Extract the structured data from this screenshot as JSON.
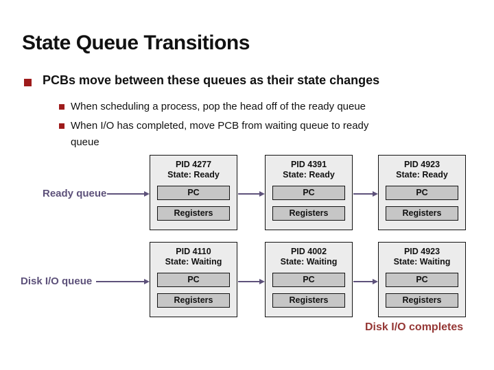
{
  "title": "State Queue Transitions",
  "bullets": {
    "main": "PCBs move between these queues as their state changes",
    "sub1": "When scheduling a process, pop the head off of the ready queue",
    "sub2": "When I/O has completed, move PCB from waiting queue to ready\nqueue"
  },
  "queues": [
    {
      "label": "Ready queue",
      "nodes": [
        {
          "pid": "PID 4277",
          "state": "State: Ready",
          "pc": "PC",
          "registers": "Registers"
        },
        {
          "pid": "PID 4391",
          "state": "State: Ready",
          "pc": "PC",
          "registers": "Registers"
        },
        {
          "pid": "PID 4923",
          "state": "State: Ready",
          "pc": "PC",
          "registers": "Registers"
        }
      ]
    },
    {
      "label": "Disk I/O queue",
      "nodes": [
        {
          "pid": "PID 4110",
          "state": "State: Waiting",
          "pc": "PC",
          "registers": "Registers"
        },
        {
          "pid": "PID 4002",
          "state": "State: Waiting",
          "pc": "PC",
          "registers": "Registers"
        },
        {
          "pid": "PID 4923",
          "state": "State: Waiting",
          "pc": "PC",
          "registers": "Registers"
        }
      ]
    }
  ],
  "footnote": "Disk I/O completes",
  "colors": {
    "bullet_red": "#9e1b1b",
    "purple": "#5d517a",
    "dark_red": "#953735",
    "box_fill": "#ececec",
    "inner_fill": "#c6c6c6"
  }
}
